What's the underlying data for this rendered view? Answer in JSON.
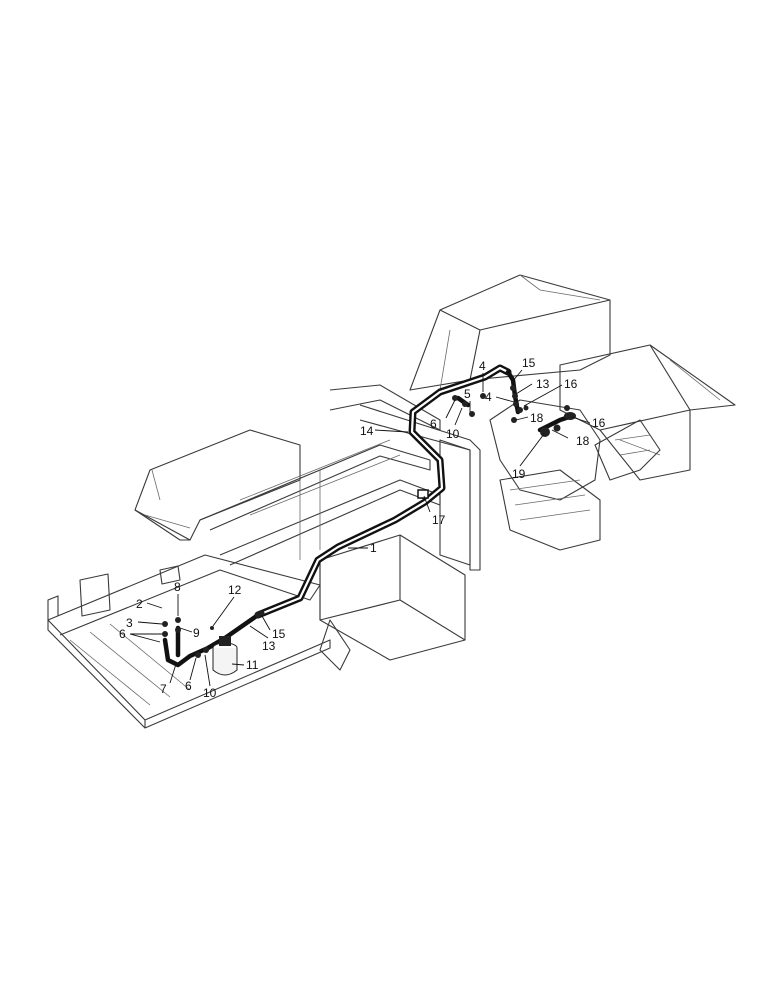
{
  "callouts": {
    "c1": "1",
    "c2": "2",
    "c3": "3",
    "c4a": "4",
    "c4b": "4",
    "c5": "5",
    "c6a": "6",
    "c6b": "6",
    "c6c": "6",
    "c7": "7",
    "c8": "8",
    "c9": "9",
    "c10a": "10",
    "c10b": "10",
    "c11": "11",
    "c12": "12",
    "c13a": "13",
    "c13b": "13",
    "c14": "14",
    "c15a": "15",
    "c15b": "15",
    "c16a": "16",
    "c16b": "16",
    "c17": "17",
    "c18a": "18",
    "c18b": "18",
    "c19": "19"
  }
}
